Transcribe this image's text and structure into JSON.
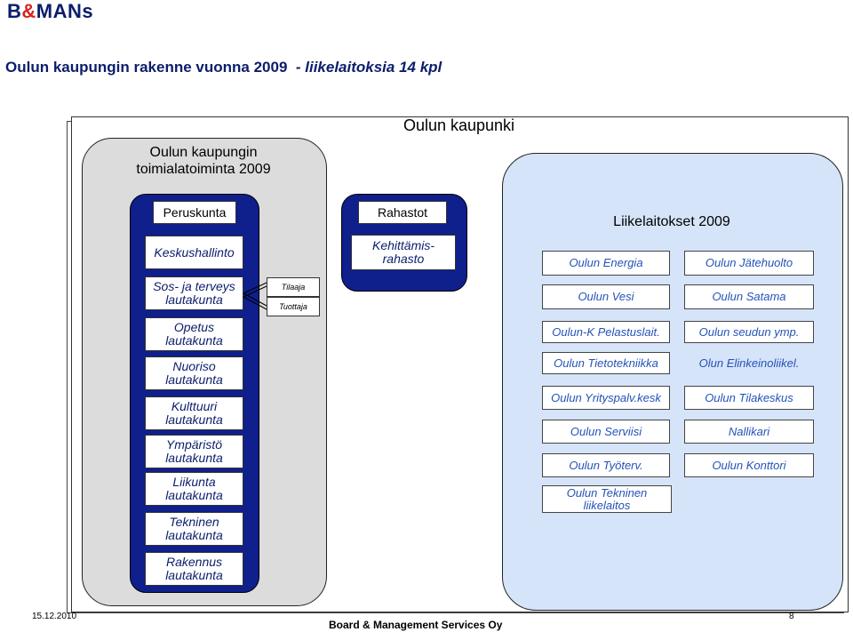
{
  "header": {
    "logo_b": "B",
    "logo_amp": "&",
    "logo_rest": "MANs",
    "title_main": "Oulun kaupungin rakenne vuonna 2009",
    "title_sub": "- liikelaitoksia 14 kpl"
  },
  "frame": {
    "title": "Oulun kaupunki"
  },
  "toimiala": {
    "title_line1": "Oulun kaupungin",
    "title_line2": "toimialatoiminta 2009",
    "header_box": "Peruskunta",
    "keskushallinto": "Keskushallinto",
    "lautakunnat": [
      {
        "line1": "Sos- ja terveys",
        "line2": "lautakunta"
      },
      {
        "line1": "Opetus",
        "line2": "lautakunta"
      },
      {
        "line1": "Nuoriso",
        "line2": "lautakunta"
      },
      {
        "line1": "Kulttuuri",
        "line2": "lautakunta"
      },
      {
        "line1": "Ympäristö",
        "line2": "lautakunta"
      },
      {
        "line1": "Liikunta",
        "line2": "lautakunta"
      },
      {
        "line1": "Tekninen",
        "line2": "lautakunta"
      },
      {
        "line1": "Rakennus",
        "line2": "lautakunta"
      }
    ],
    "tilaaja": "Tilaaja",
    "tuottaja": "Tuottaja"
  },
  "rahastot": {
    "title": "Rahastot",
    "item_line1": "Kehittämis-",
    "item_line2": "rahasto"
  },
  "liikelaitokset": {
    "title": "Liikelaitokset 2009",
    "left": [
      {
        "label": "Oulun Energia",
        "border": true
      },
      {
        "label": "Oulun Vesi",
        "border": true
      },
      {
        "label": "Oulun-K Pelastuslait.",
        "border": true
      },
      {
        "label": "Oulun Tietotekniikka",
        "border": true
      },
      {
        "label": "Oulun Yrityspalv.kesk",
        "border": true
      },
      {
        "label": "Oulun Serviisi",
        "border": true
      },
      {
        "label": "Oulun Työterv.",
        "border": true
      },
      {
        "label": "Oulun Tekninen liikelaitos",
        "border": true
      }
    ],
    "right": [
      {
        "label": "Oulun Jätehuolto",
        "border": true
      },
      {
        "label": "Oulun Satama",
        "border": true
      },
      {
        "label": "Oulun seudun ymp.",
        "border": true
      },
      {
        "label": "Olun Elinkeinoliikel.",
        "border": false
      },
      {
        "label": "Oulun Tilakeskus",
        "border": true
      },
      {
        "label": "Nallikari",
        "border": true
      },
      {
        "label": "Oulun Konttori",
        "border": true
      }
    ],
    "tekninen_line1": "Oulun Tekninen",
    "tekninen_line2": "liikelaitos"
  },
  "footer": {
    "date": "15.12.2010",
    "page": "8",
    "company": "Board & Management Services Oy"
  },
  "colors": {
    "dark_blue": "#0f1f8c",
    "light_blue": "#d6e4f9",
    "grey": "#dcdcdc",
    "text_blue": "#2452b8",
    "logo_red": "#d9231d"
  }
}
